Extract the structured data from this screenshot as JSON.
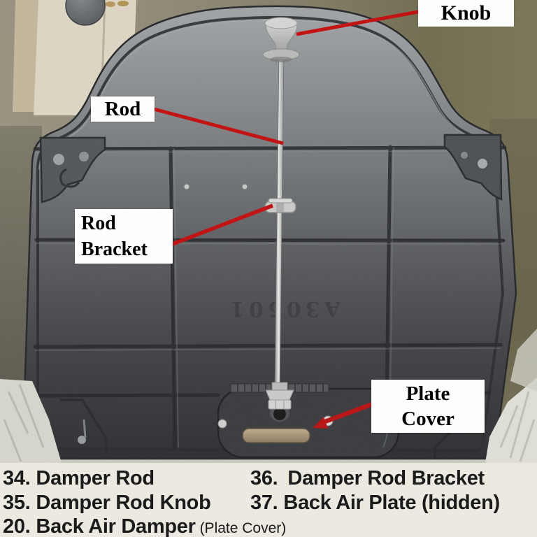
{
  "annotations": {
    "knob": "Knob",
    "rod": "Rod",
    "rod_bracket_line1": "Rod",
    "rod_bracket_line2": "Bracket",
    "plate_cover_line1": "Plate",
    "plate_cover_line2": "Cover"
  },
  "photo": {
    "embossed_marking": "A30501",
    "colors": {
      "annotation_red": "#c31414",
      "label_background": "#fefefe",
      "label_text": "#000000",
      "plate_light_gray": "#9fa2a4",
      "plate_dark_gray": "#2e2f32",
      "legend_background": "#ebe9e0",
      "legend_text": "#1b1b1b"
    }
  },
  "legend": {
    "left": [
      {
        "num": "34.",
        "text": "Damper Rod",
        "note": ""
      },
      {
        "num": "35.",
        "text": "Damper Rod Knob",
        "note": ""
      },
      {
        "num": "20.",
        "text": "Back Air Damper",
        "note": "(Plate Cover)"
      }
    ],
    "right": [
      {
        "num": "36.",
        "text": "Damper Rod Bracket"
      },
      {
        "num": "37.",
        "text": "Back Air Plate (hidden)"
      }
    ]
  }
}
